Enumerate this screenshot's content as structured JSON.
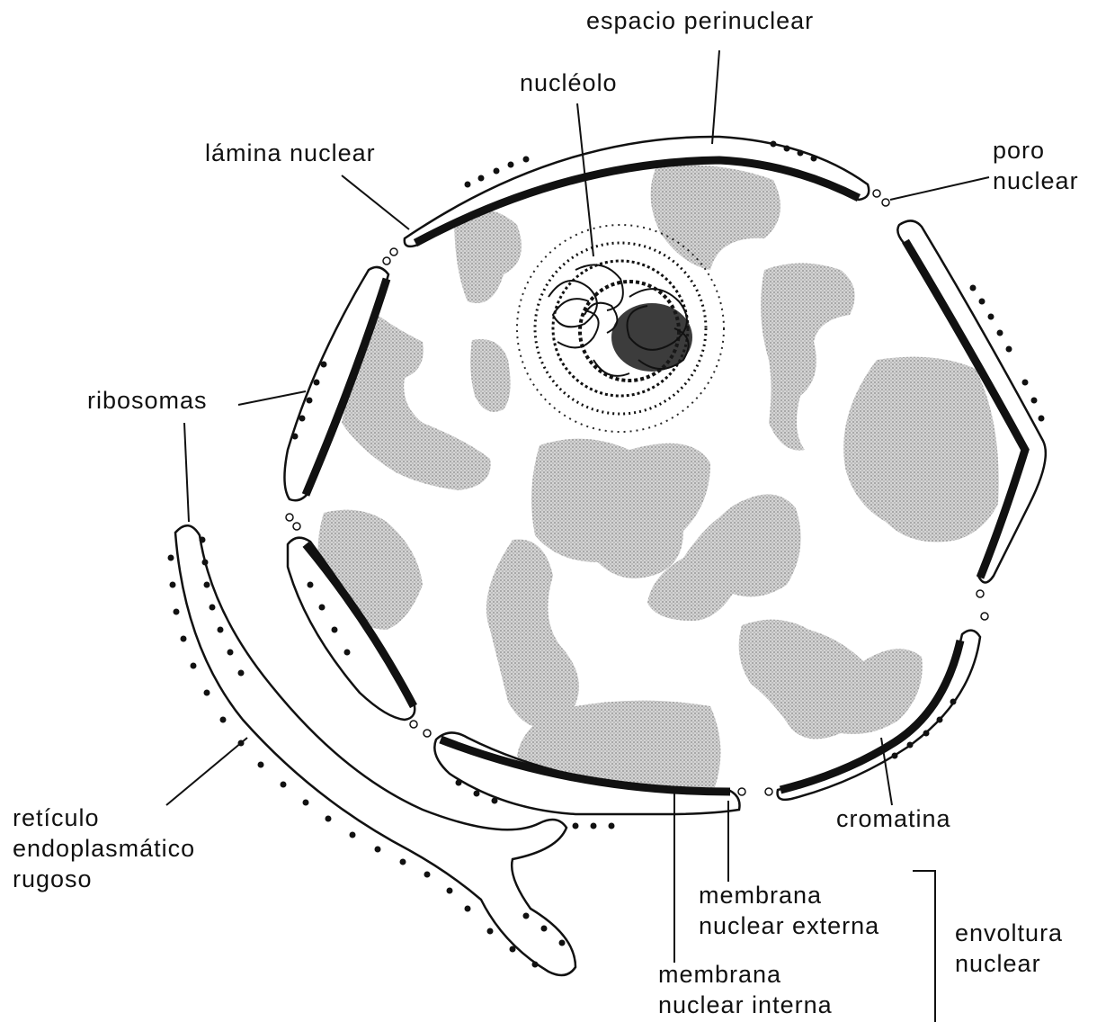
{
  "labels": {
    "espacio_perinuclear": "espacio perinuclear",
    "nucleolo": "nucléolo",
    "lamina_nuclear": "lámina nuclear",
    "poro_nuclear": [
      "poro",
      "nuclear"
    ],
    "ribosomas": "ribosomas",
    "reticulo": [
      "retículo",
      "endoplasmático",
      "rugoso"
    ],
    "cromatina": "cromatina",
    "membrana_externa": [
      "membrana",
      "nuclear externa"
    ],
    "membrana_interna": [
      "membrana",
      "nuclear interna"
    ],
    "envoltura": [
      "envoltura",
      "nuclear"
    ]
  },
  "colors": {
    "ink": "#111111",
    "chromatin": "#bdbdbd",
    "membrane_fill": "#ffffff",
    "lamina": "#111111"
  }
}
